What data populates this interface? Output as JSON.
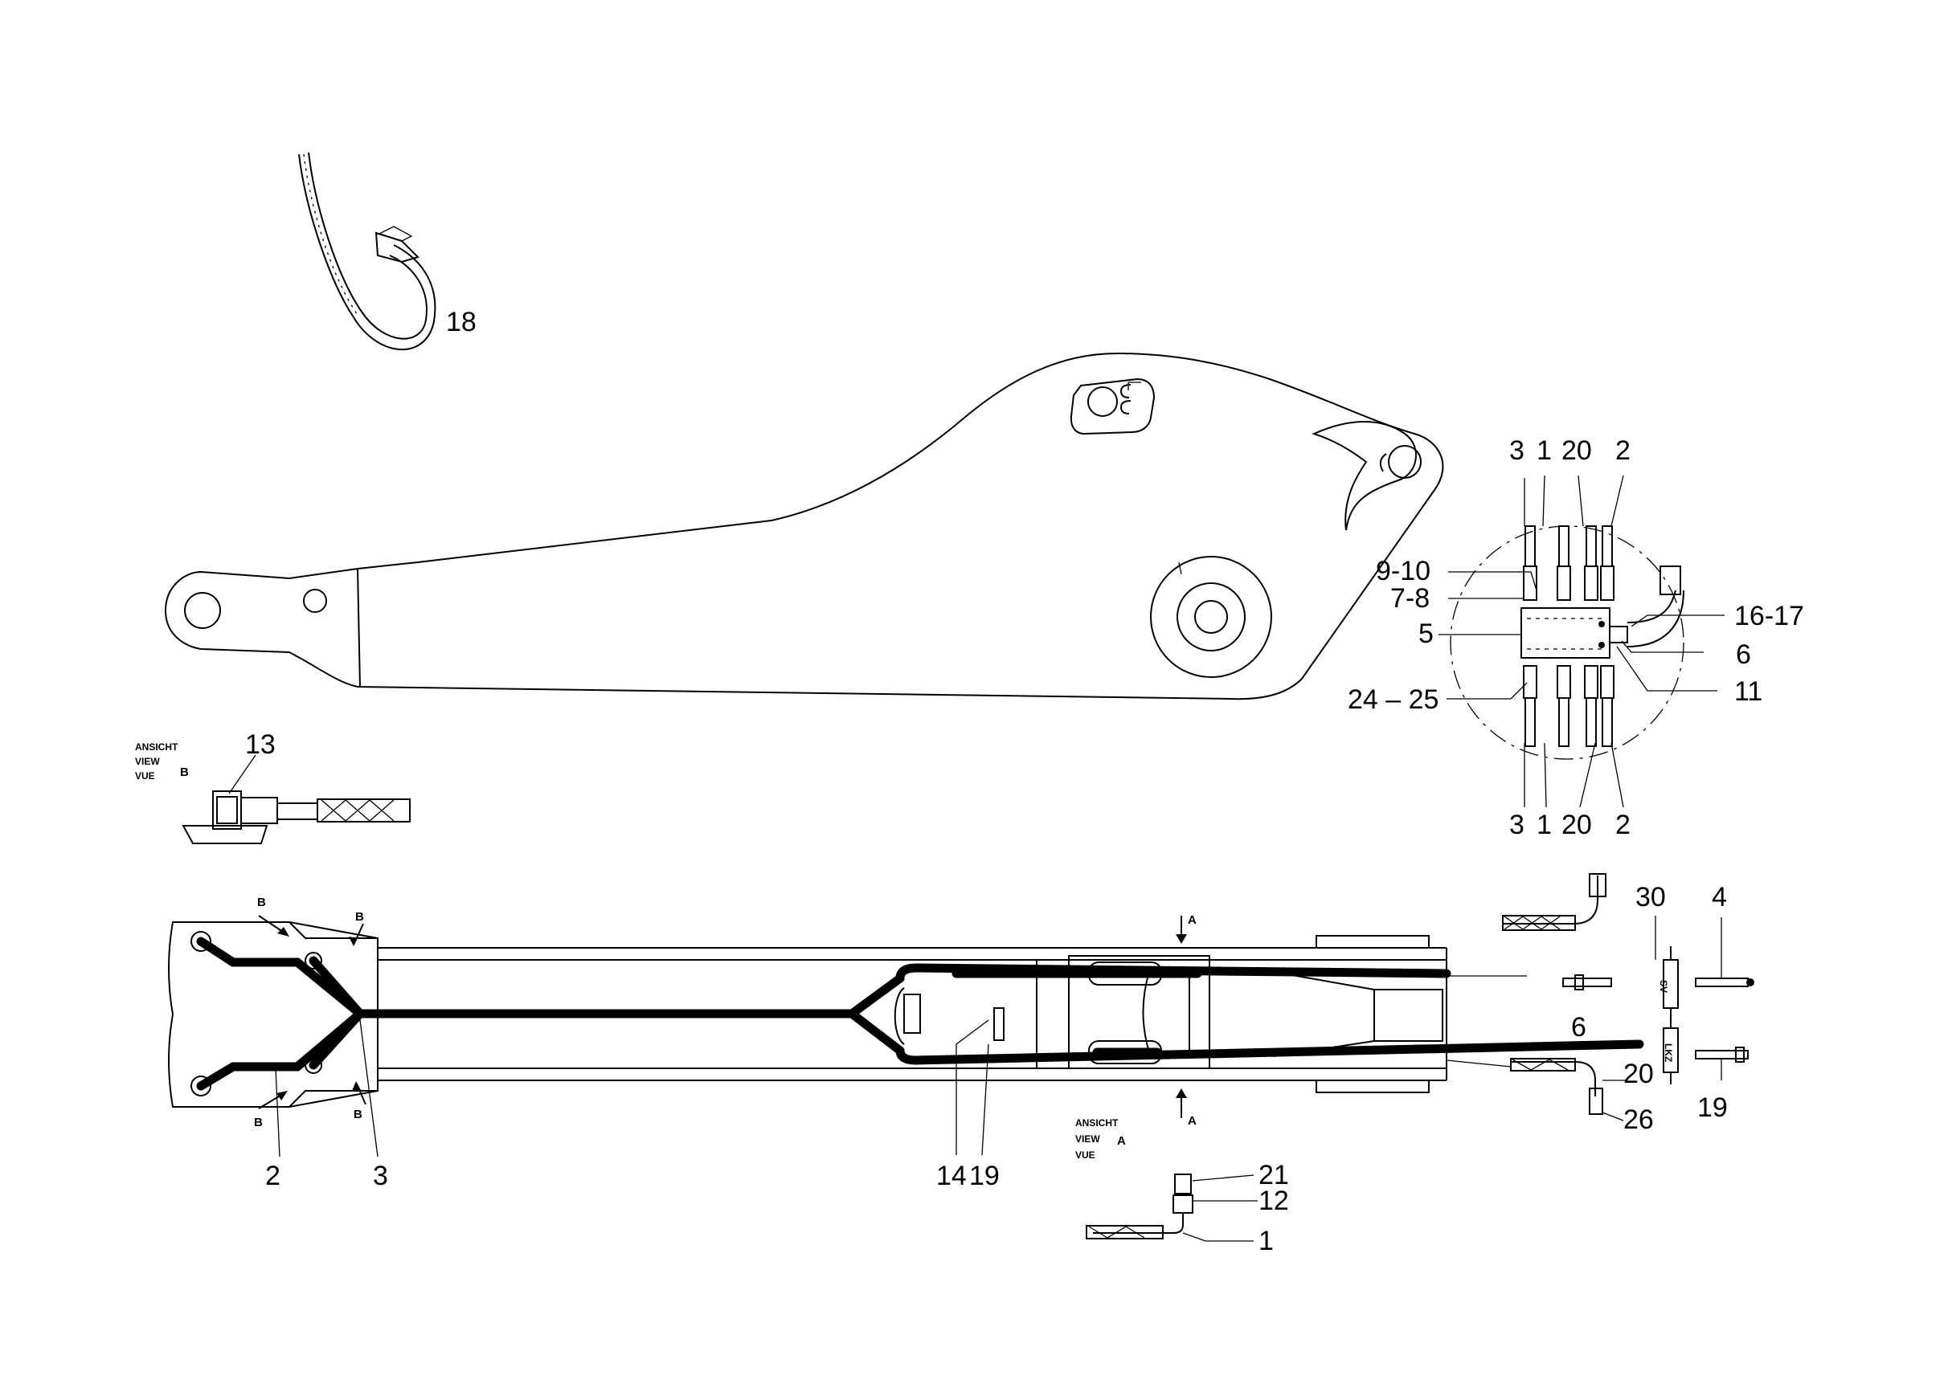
{
  "diagram": {
    "parts": {
      "cable_tie": "18",
      "view_b_fitting": "13",
      "boom_bottom_left_2": "2",
      "boom_bottom_left_3": "3",
      "boom_bottom_mid_14": "14",
      "boom_bottom_mid_19": "19",
      "right_30": "30",
      "right_4": "4",
      "right_6": "6",
      "right_20": "20",
      "right_26": "26",
      "right_19": "19",
      "view_a_21": "21",
      "view_a_12": "12",
      "view_a_1": "1"
    },
    "detail_circle": {
      "top_3": "3",
      "top_1": "1",
      "top_20": "20",
      "top_2": "2",
      "bottom_3": "3",
      "bottom_1": "1",
      "bottom_20": "20",
      "bottom_2": "2",
      "left_9_10": "9-10",
      "left_7_8": "7-8",
      "left_5": "5",
      "left_24_25": "24 – 25",
      "right_16_17": "16-17",
      "right_6": "6",
      "right_11": "11"
    },
    "views": {
      "view_b_line1": "ANSICHT",
      "view_b_line2": "VIEW",
      "view_b_line3": "VUE",
      "view_b_letter": "B",
      "view_a_line1": "ANSICHT",
      "view_a_line2": "VIEW",
      "view_a_line3": "VUE",
      "view_a_letter": "A"
    },
    "arrow_letters": {
      "b1": "B",
      "b2": "B",
      "b3": "B",
      "b4": "B",
      "a_top": "A",
      "a_bottom": "A"
    },
    "marker_text": {
      "sv": "SV",
      "lkz": "LKZ"
    }
  }
}
